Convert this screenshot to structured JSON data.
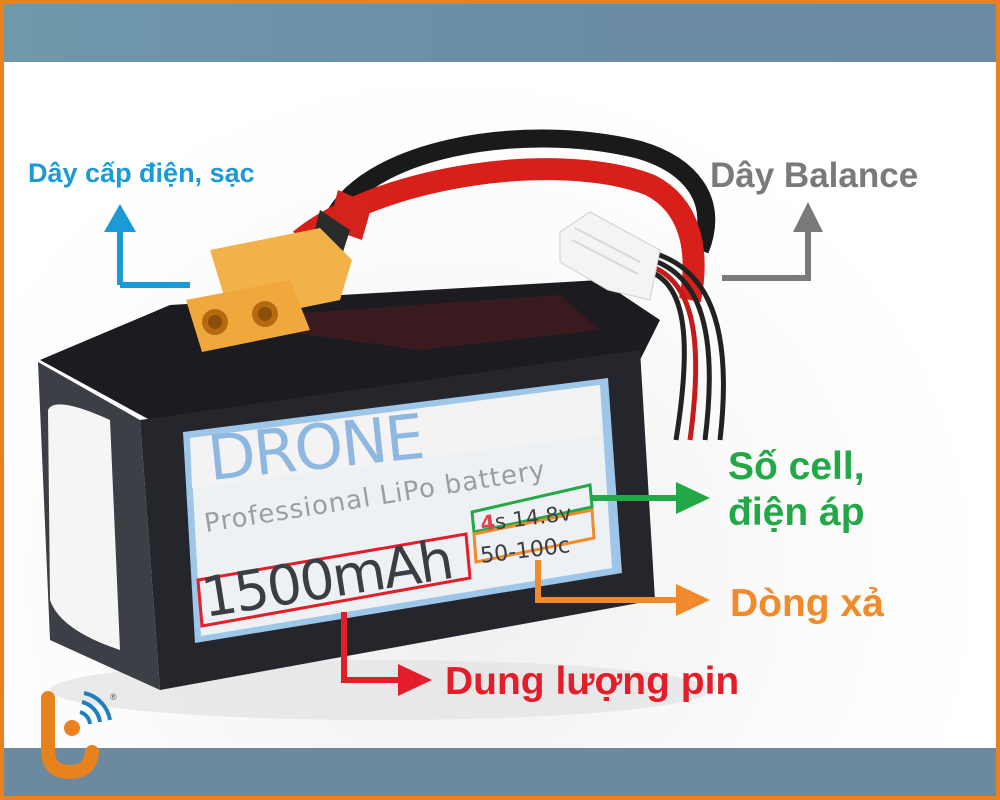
{
  "image": {
    "subject": "LiPo drone battery with annotated parts",
    "colors": {
      "frame_border": "#e8821e",
      "band": "#6b8aa0",
      "power_label": "#1c9ad6",
      "balance_label": "#7a7a7a",
      "cell_label": "#22a847",
      "discharge_label": "#f08a2a",
      "capacity_label": "#e31e2a"
    }
  },
  "battery_label": {
    "brand": "DRONE",
    "tagline": "Professional LiPo battery",
    "capacity": "1500mAh",
    "cells_number": "4",
    "cells_suffix": "s 14.8v",
    "discharge_rate": "50-100c"
  },
  "annotations": {
    "power_wire": "Dây cấp điện, sạc",
    "balance_wire": "Dây Balance",
    "cell_voltage_line1": "Số cell,",
    "cell_voltage_line2": "điện áp",
    "discharge": "Dòng xả",
    "capacity": "Dung lượng pin"
  },
  "logo": {
    "letter": "t",
    "registered": "®"
  }
}
